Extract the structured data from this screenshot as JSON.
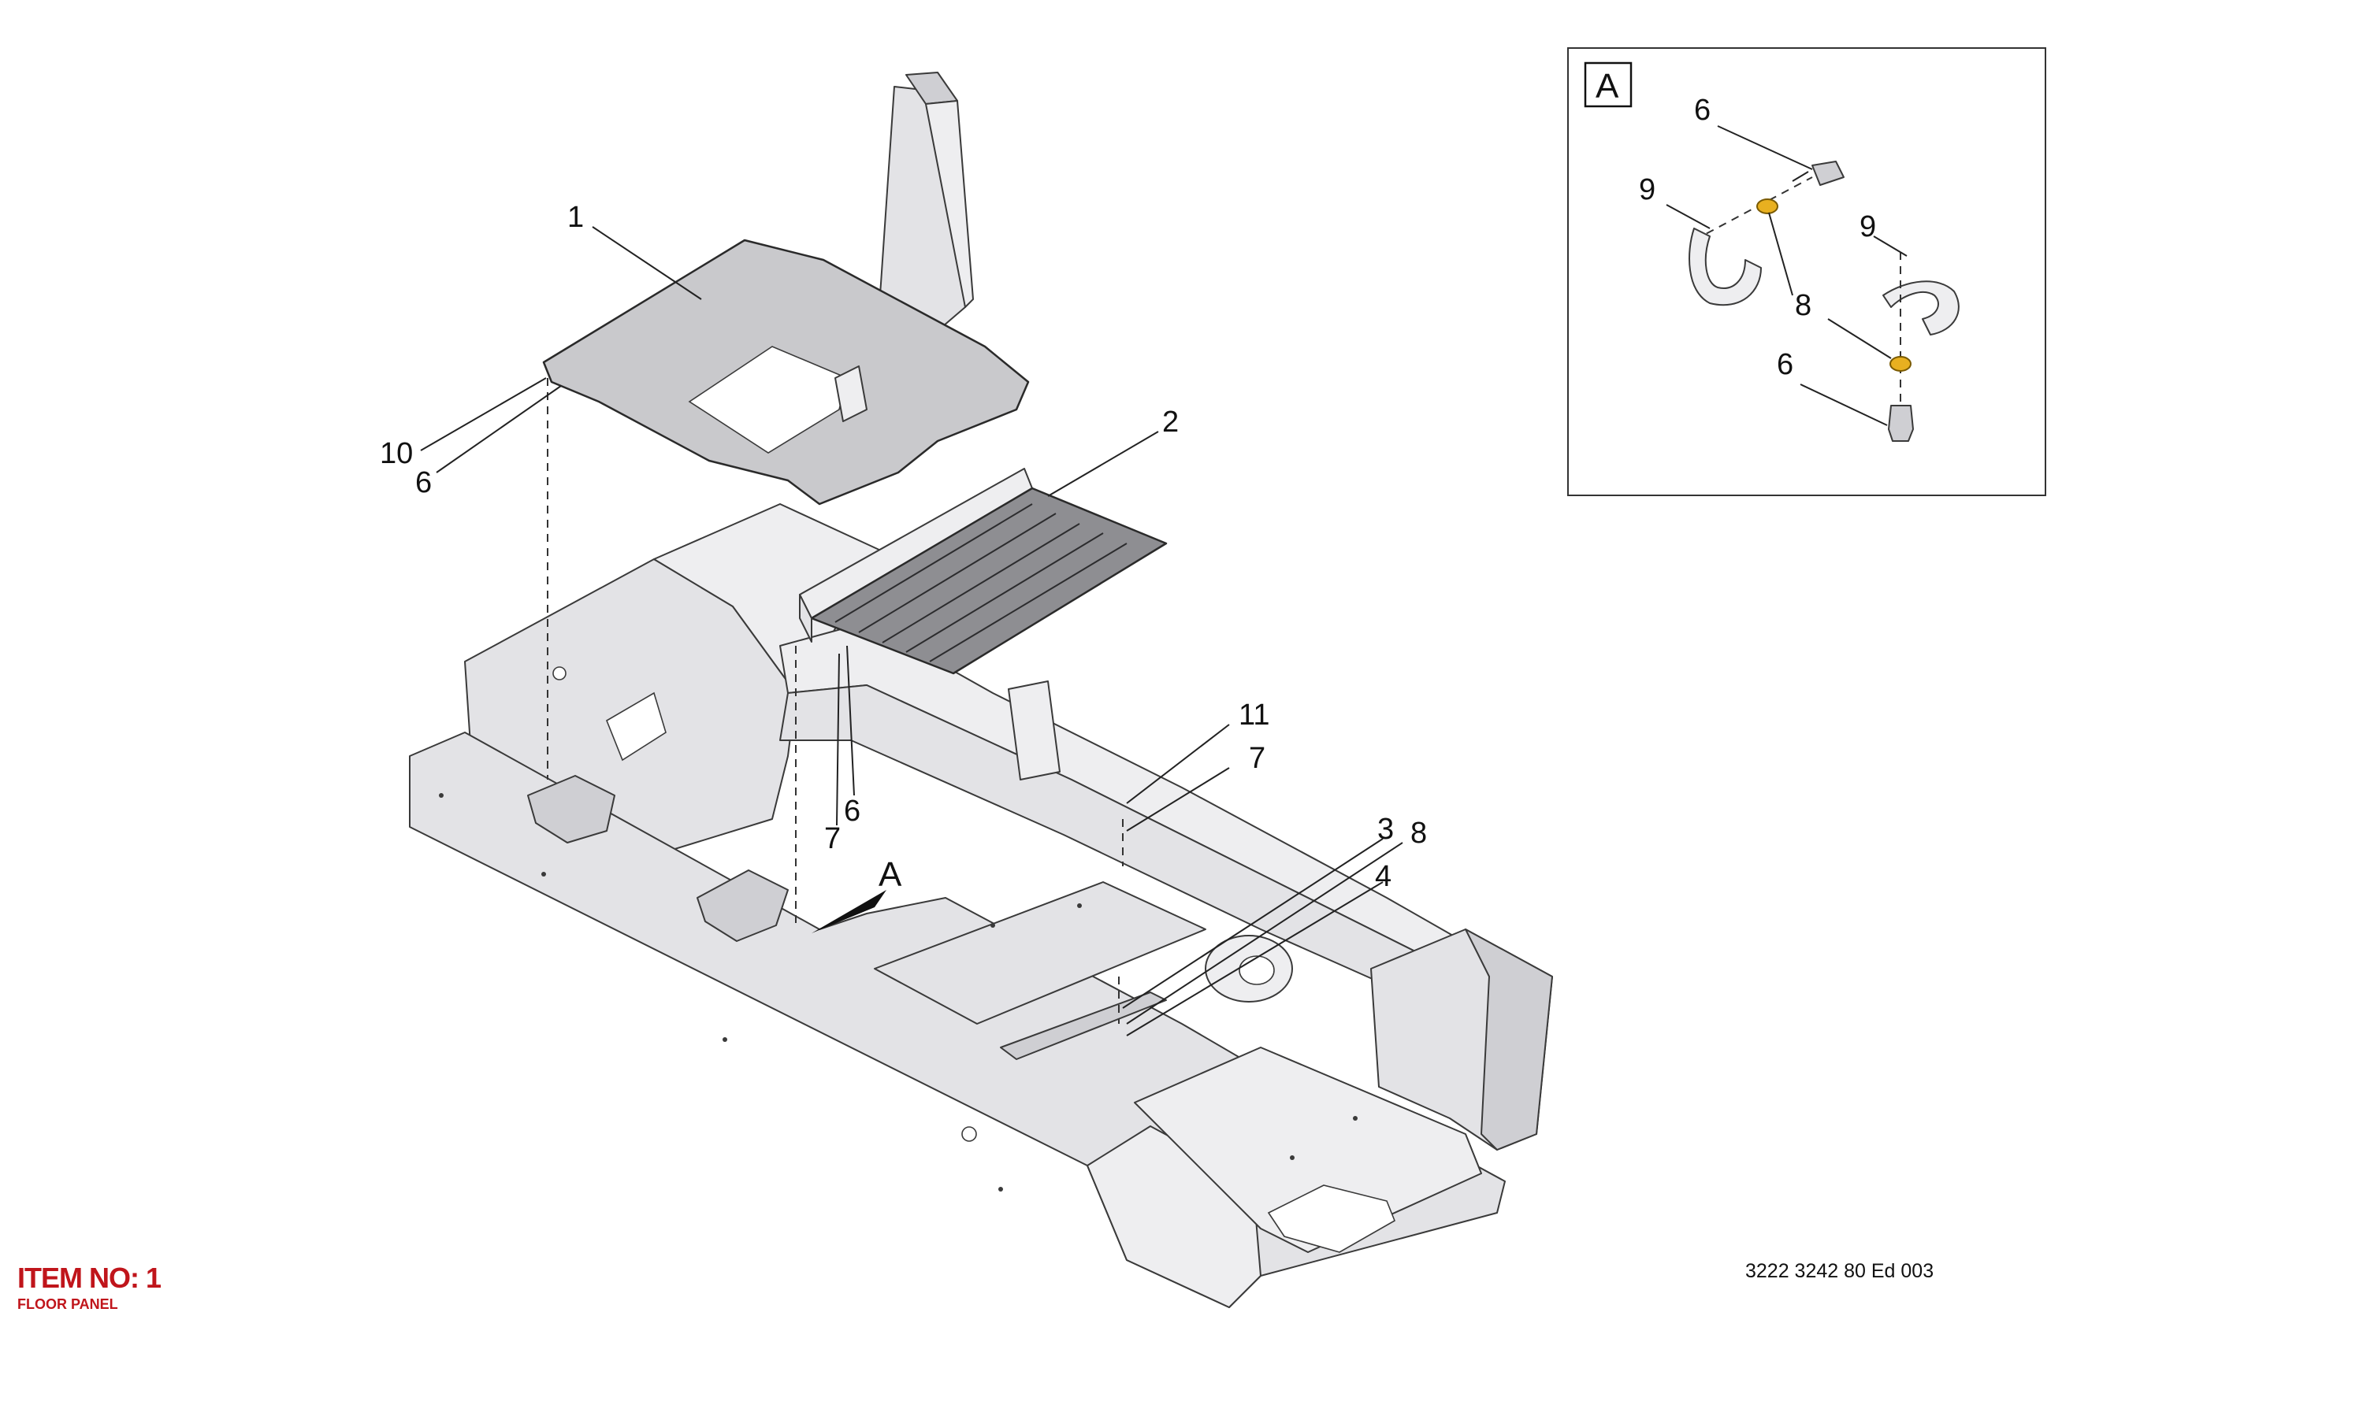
{
  "item": {
    "title": "ITEM NO: 1",
    "subtitle": "FLOOR PANEL",
    "color": "#c0151b"
  },
  "document_number": "3222 3242 80 Ed 003",
  "detail_view": {
    "label": "A"
  },
  "view_arrow_label": "A",
  "callouts": {
    "c1": "1",
    "c2": "2",
    "c3": "3",
    "c4": "4",
    "c6_left": "6",
    "c6_mid": "6",
    "c7_mid": "7",
    "c7_right": "7",
    "c8": "8",
    "c10": "10",
    "c11": "11",
    "detail_c6_top": "6",
    "detail_c6_bottom": "6",
    "detail_c8": "8",
    "detail_c9_left": "9",
    "detail_c9_right": "9"
  },
  "colors": {
    "frame": "#e3e3e6",
    "floor_panel": "#c9c9cc",
    "step_panel": "#8e8e92",
    "washer": "#e8b020"
  }
}
